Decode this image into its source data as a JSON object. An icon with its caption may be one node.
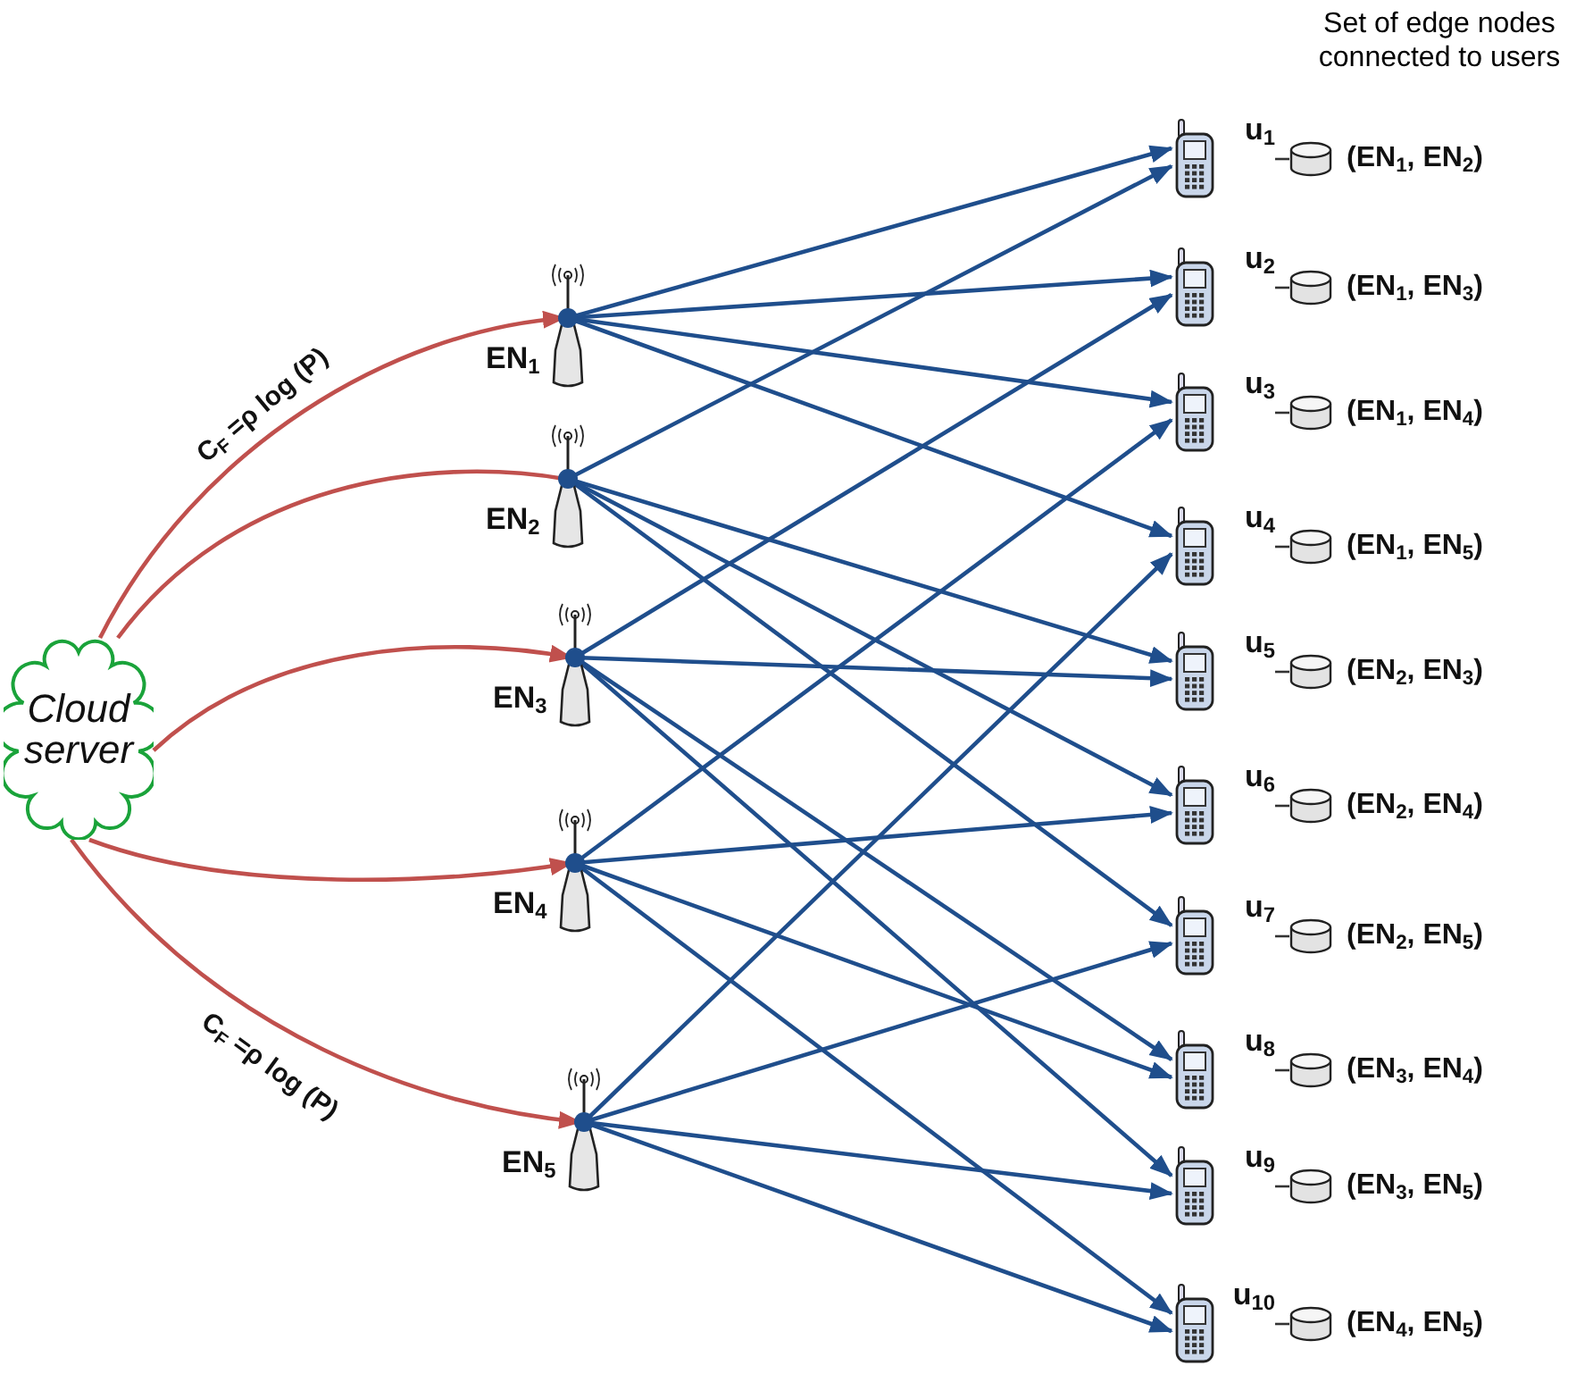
{
  "diagram": {
    "nodes": [
      {
        "text": [
          "Cloud server"
        ]
      },
      {
        "text": [
          "EN$_{1}$"
        ]
      },
      {
        "text": [
          "EN$_{2}$"
        ]
      },
      {
        "text": [
          "EN$_{3}$"
        ]
      },
      {
        "text": [
          "EN$_{4}$"
        ]
      },
      {
        "text": [
          "EN$_{5}$"
        ]
      },
      {
        "text": [
          "u$_{1}$"
        ]
      },
      {
        "text": [
          "u$_{2}$"
        ]
      },
      {
        "text": [
          "u$_{3}$"
        ]
      },
      {
        "text": [
          "u$_{4}$"
        ]
      },
      {
        "text": [
          "u$_{5}$"
        ]
      },
      {
        "text": [
          "u$_{6}$"
        ]
      },
      {
        "text": [
          "u$_{7}$"
        ]
      },
      {
        "text": [
          "u$_{8}$"
        ]
      },
      {
        "text": [
          "u$_{9}$"
        ]
      },
      {
        "text": [
          "u$_{10}$"
        ]
      },
      {
        "text": [],
        "shape": "cylinder",
        "beside": [
          "(EN$_{1}$, EN$_{2}$)"
        ]
      },
      {
        "text": [],
        "shape": "cylinder",
        "beside": [
          "(EN$_{1}$, EN$_{3}$)"
        ]
      },
      {
        "text": [],
        "shape": "cylinder",
        "beside": [
          "(EN$_{1}$, EN$_{4}$)"
        ]
      },
      {
        "text": [],
        "shape": "cylinder",
        "beside": [
          "(EN$_{1}$, EN$_{5}$)"
        ]
      },
      {
        "text": [],
        "shape": "cylinder",
        "beside": [
          "(EN$_{2}$, EN$_{3}$)"
        ]
      },
      {
        "text": [],
        "shape": "cylinder",
        "beside": [
          "(EN$_{2}$, EN$_{4}$)"
        ]
      },
      {
        "text": [],
        "shape": "cylinder",
        "beside": [
          "(EN$_{2}$, EN$_{5}$)"
        ]
      },
      {
        "text": [],
        "shape": "cylinder",
        "beside": [
          "(EN$_{3}$, EN$_{4}$)"
        ]
      },
      {
        "text": [],
        "shape": "cylinder",
        "beside": [
          "(EN$_{3}$, EN$_{5}$)"
        ]
      },
      {
        "text": [],
        "shape": "cylinder",
        "beside": [
          "(EN$_{4}$, EN$_{5}$)"
        ]
      }
    ],
    "edges": [
      {
        "from": 0,
        "to": 1,
        "arrow": "to",
        "label": "C$_{F}$ =ρ log (P)",
        "color": "#c0504d"
      },
      {
        "from": 0,
        "to": 2,
        "arrow": "none",
        "color": "#c0504d"
      },
      {
        "from": 0,
        "to": 3,
        "arrow": "to",
        "color": "#c0504d"
      },
      {
        "from": 0,
        "to": 4,
        "arrow": "to",
        "color": "#c0504d"
      },
      {
        "from": 0,
        "to": 5,
        "arrow": "to",
        "label": "C$_{F}$ =ρ log (P)",
        "color": "#c0504d"
      },
      {
        "from": 1,
        "to": 6,
        "arrow": "to"
      },
      {
        "from": 2,
        "to": 6,
        "arrow": "to"
      },
      {
        "from": 1,
        "to": 7,
        "arrow": "to"
      },
      {
        "from": 3,
        "to": 7,
        "arrow": "to"
      },
      {
        "from": 1,
        "to": 8,
        "arrow": "to"
      },
      {
        "from": 4,
        "to": 8,
        "arrow": "to"
      },
      {
        "from": 1,
        "to": 9,
        "arrow": "to"
      },
      {
        "from": 5,
        "to": 9,
        "arrow": "to"
      },
      {
        "from": 2,
        "to": 10,
        "arrow": "to"
      },
      {
        "from": 3,
        "to": 10,
        "arrow": "to"
      },
      {
        "from": 2,
        "to": 11,
        "arrow": "to"
      },
      {
        "from": 4,
        "to": 11,
        "arrow": "to"
      },
      {
        "from": 2,
        "to": 12,
        "arrow": "to"
      },
      {
        "from": 5,
        "to": 12,
        "arrow": "to"
      },
      {
        "from": 3,
        "to": 13,
        "arrow": "to"
      },
      {
        "from": 4,
        "to": 13,
        "arrow": "to"
      },
      {
        "from": 3,
        "to": 14,
        "arrow": "to"
      },
      {
        "from": 5,
        "to": 14,
        "arrow": "to"
      },
      {
        "from": 4,
        "to": 15,
        "arrow": "to"
      },
      {
        "from": 5,
        "to": 15,
        "arrow": "to"
      },
      {
        "from": 6,
        "to": 16,
        "arrow": "none",
        "color": "#333333"
      },
      {
        "from": 7,
        "to": 17,
        "arrow": "none",
        "color": "#333333"
      },
      {
        "from": 8,
        "to": 18,
        "arrow": "none",
        "color": "#333333"
      },
      {
        "from": 9,
        "to": 19,
        "arrow": "none",
        "color": "#333333"
      },
      {
        "from": 10,
        "to": 20,
        "arrow": "none",
        "color": "#333333"
      },
      {
        "from": 11,
        "to": 21,
        "arrow": "none",
        "color": "#333333"
      },
      {
        "from": 12,
        "to": 22,
        "arrow": "none",
        "color": "#333333"
      },
      {
        "from": 13,
        "to": 23,
        "arrow": "none",
        "color": "#333333"
      },
      {
        "from": 14,
        "to": 24,
        "arrow": "none",
        "color": "#333333"
      },
      {
        "from": 15,
        "to": 25,
        "arrow": "none",
        "color": "#333333"
      }
    ],
    "labels": [
      "Set of edge nodes connected to users"
    ]
  }
}
